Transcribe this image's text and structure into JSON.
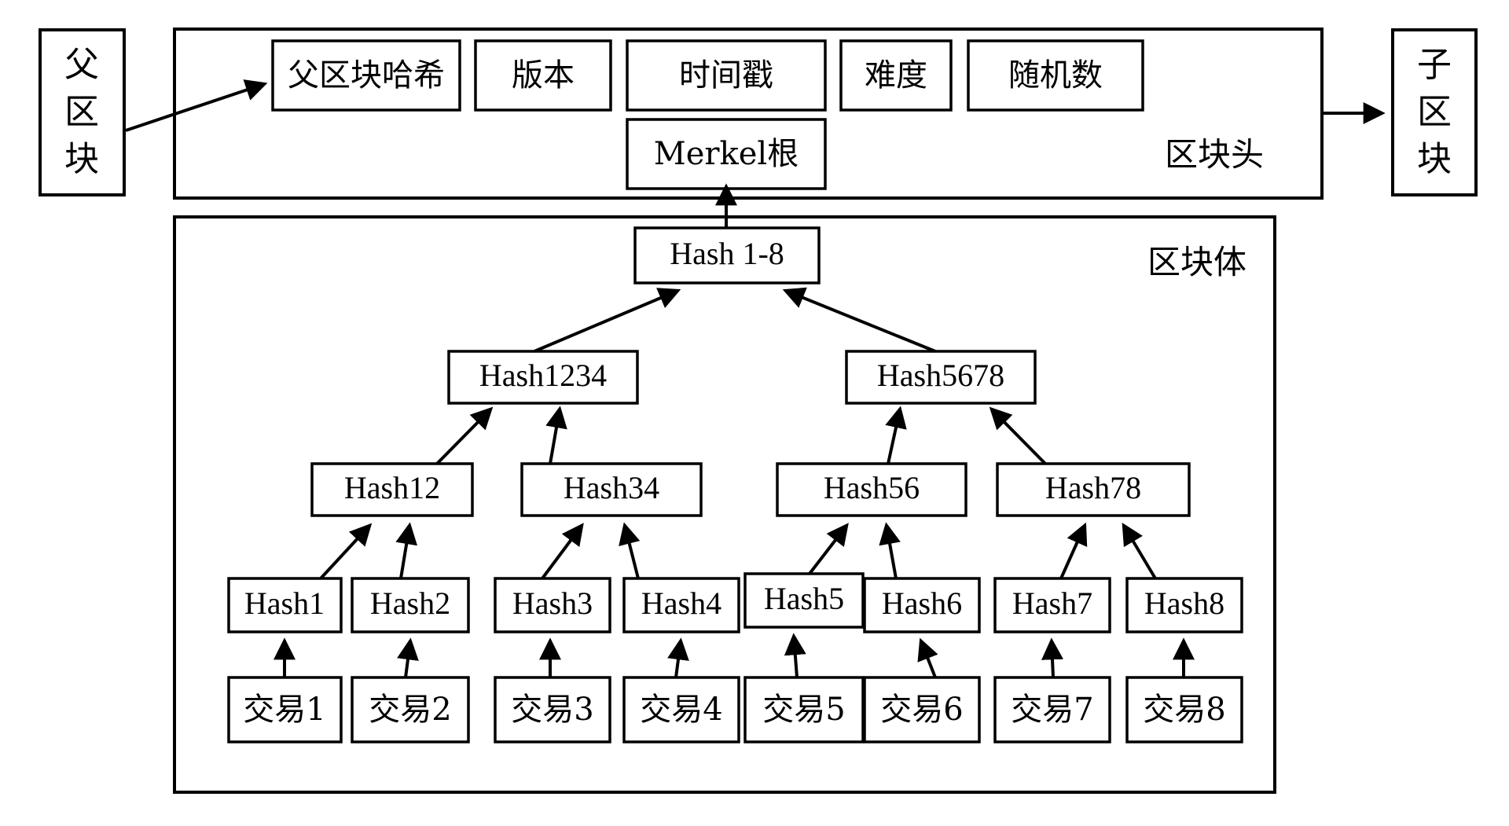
{
  "diagram": {
    "title_semantic": "blockchain-block-structure-merkle-tree",
    "parent_block": {
      "label": "父区块",
      "chars": [
        "父",
        "区",
        "块"
      ]
    },
    "child_block": {
      "label": "子区块",
      "chars": [
        "子",
        "区",
        "块"
      ]
    },
    "block_header": {
      "region_label": "区块头",
      "fields": [
        {
          "label": "父区块哈希"
        },
        {
          "label": "版本"
        },
        {
          "label": "时间戳"
        },
        {
          "label": "难度"
        },
        {
          "label": "随机数"
        }
      ],
      "merkle_root": {
        "label": "Merkel根"
      }
    },
    "block_body": {
      "region_label": "区块体",
      "levels": {
        "root": [
          {
            "label": "Hash 1-8"
          }
        ],
        "level2": [
          {
            "label": "Hash1234"
          },
          {
            "label": "Hash5678"
          }
        ],
        "level3": [
          {
            "label": "Hash12"
          },
          {
            "label": "Hash34"
          },
          {
            "label": "Hash56"
          },
          {
            "label": "Hash78"
          }
        ],
        "leaf_hashes": [
          {
            "label": "Hash1"
          },
          {
            "label": "Hash2"
          },
          {
            "label": "Hash3"
          },
          {
            "label": "Hash4"
          },
          {
            "label": "Hash5"
          },
          {
            "label": "Hash6"
          },
          {
            "label": "Hash7"
          },
          {
            "label": "Hash8"
          }
        ],
        "transactions": [
          {
            "label": "交易1"
          },
          {
            "label": "交易2"
          },
          {
            "label": "交易3"
          },
          {
            "label": "交易4"
          },
          {
            "label": "交易5"
          },
          {
            "label": "交易6"
          },
          {
            "label": "交易7"
          },
          {
            "label": "交易8"
          }
        ]
      }
    },
    "colors": {
      "stroke": "#000000",
      "fill": "#ffffff",
      "background": "#ffffff"
    }
  }
}
